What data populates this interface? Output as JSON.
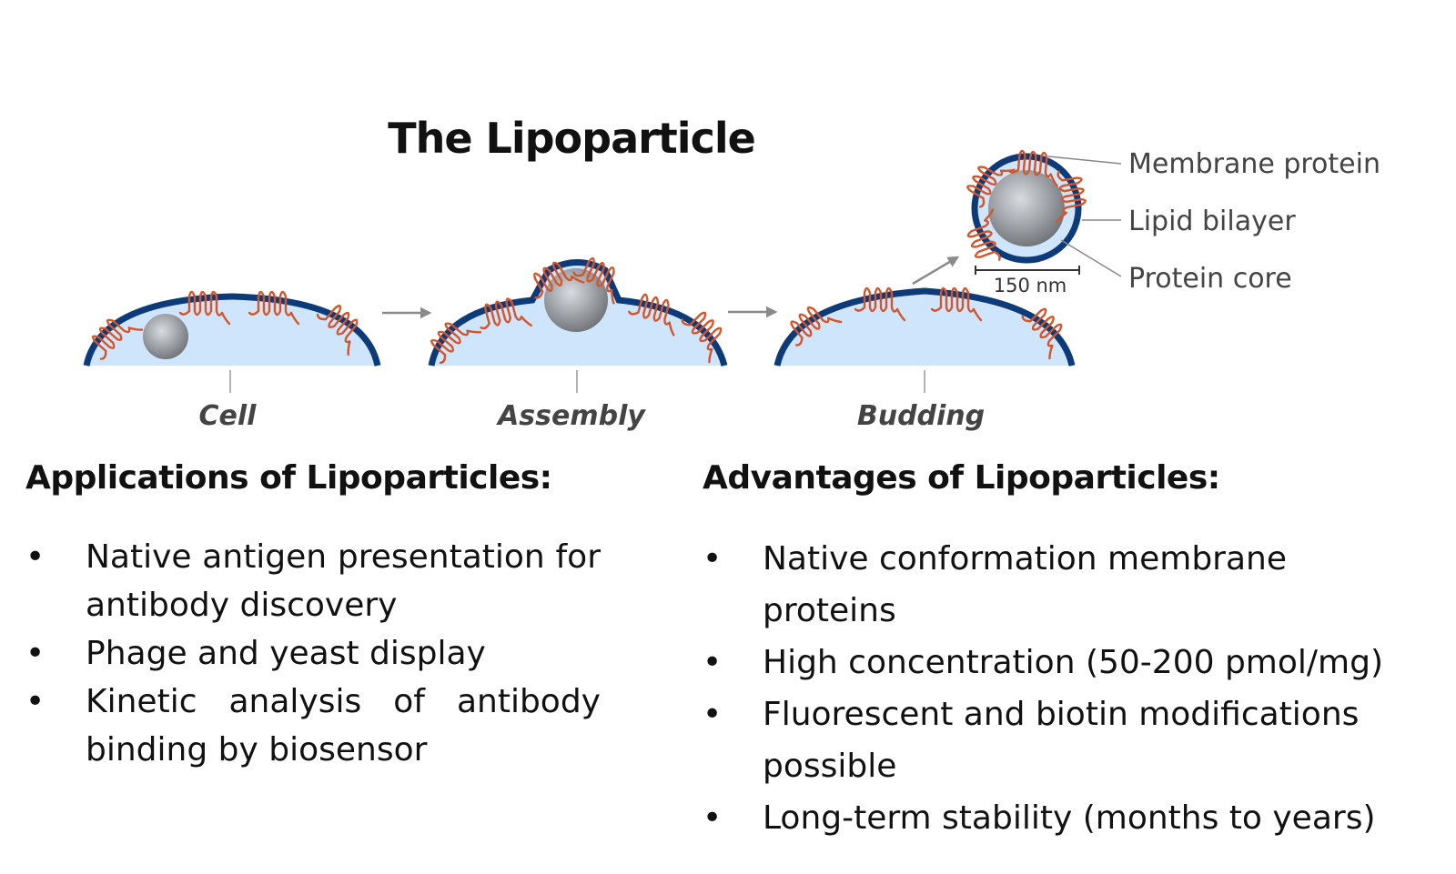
{
  "title": "The Lipoparticle",
  "stages": [
    {
      "label": "Cell"
    },
    {
      "label": "Assembly"
    },
    {
      "label": "Budding"
    }
  ],
  "callouts": {
    "membrane_protein": "Membrane protein",
    "lipid_bilayer": "Lipid bilayer",
    "protein_core": "Protein core",
    "scale": "150 nm"
  },
  "applications": {
    "heading": "Applications of Lipoparticles:",
    "items": [
      "Native antigen presentation for antibody discovery",
      "Phage and yeast display",
      "Kinetic analysis of antibody binding by biosensor"
    ]
  },
  "advantages": {
    "heading": "Advantages of Lipoparticles:",
    "items": [
      "Native conformation membrane proteins",
      "High concentration (50-200 pmol/mg)",
      "Fluorescent and biotin modifications possible",
      "Long-term stability (months to years)"
    ]
  },
  "colors": {
    "membrane": "#0d3a78",
    "cytoplasm": "#cfe5fb",
    "protein_coil": "#d4552a",
    "core": "#8e9296",
    "arrow": "#8a8a8a"
  },
  "icons": {
    "bullet": "bullet-dot-icon"
  }
}
